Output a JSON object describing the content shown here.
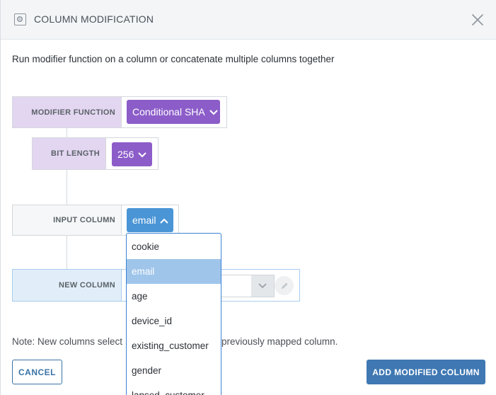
{
  "header": {
    "icon": "settings-gear-icon",
    "title": "COLUMN MODIFICATION",
    "close_icon": "close-icon"
  },
  "description": "Run modifier function on a column or concatenate multiple columns together",
  "modifier_function": {
    "label": "MODIFIER FUNCTION",
    "value": "Conditional SHA"
  },
  "bit_length": {
    "label": "BIT LENGTH",
    "value": "256"
  },
  "input_column": {
    "label": "INPUT COLUMN",
    "value": "email",
    "options": [
      "cookie",
      "email",
      "age",
      "device_id",
      "existing_customer",
      "gender",
      "lapsed_customer"
    ],
    "selected_index": 1
  },
  "new_column": {
    "label": "NEW COLUMN",
    "value": ""
  },
  "note": {
    "left": "Note: New columns select",
    "right": "previously mapped column."
  },
  "buttons": {
    "cancel": "CANCEL",
    "add": "ADD MODIFIED COLUMN"
  },
  "colors": {
    "purple_pill": "#8c5dc9",
    "purple_label": "#e3d6f1",
    "blue_pill": "#4a95d6",
    "blue_label": "#e1eef9",
    "primary_button": "#3f78b3"
  }
}
